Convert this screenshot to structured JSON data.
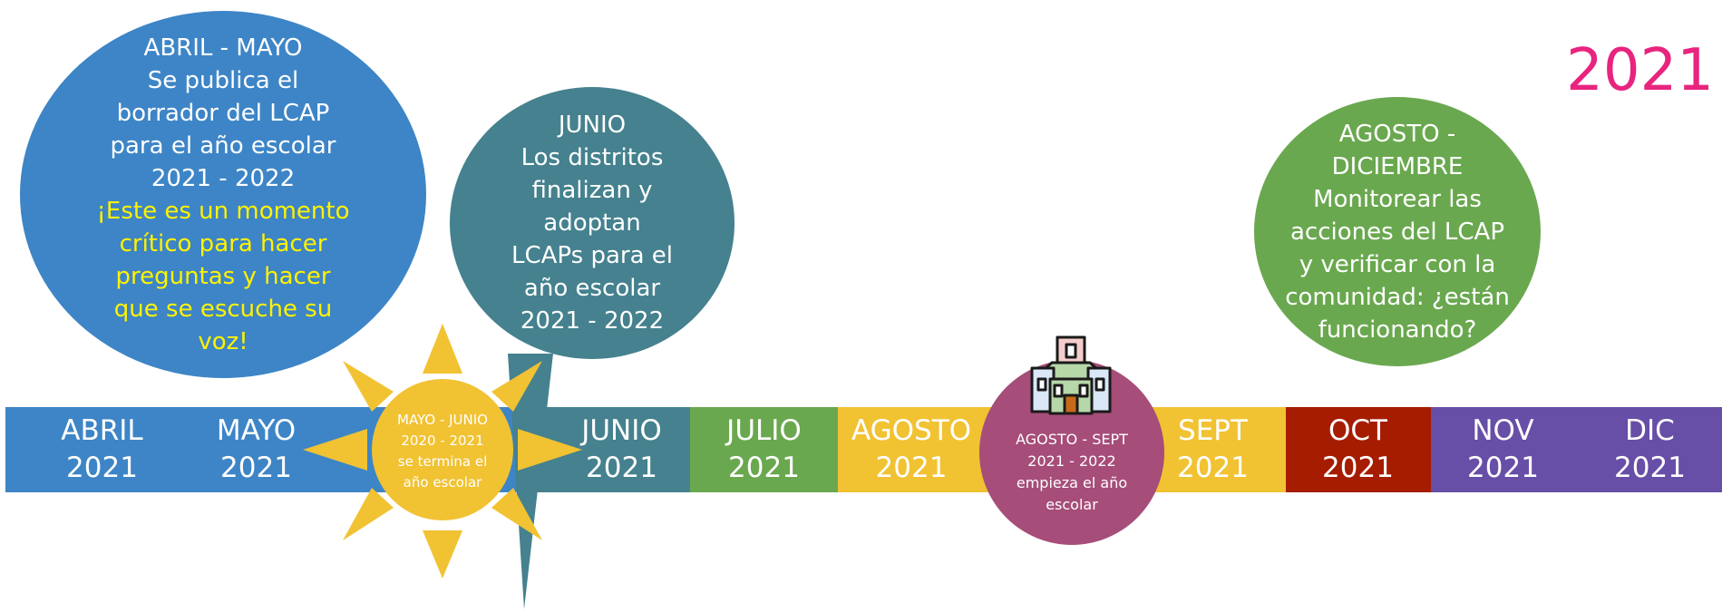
{
  "year_title": "2021",
  "months": [
    {
      "label": "ABRIL",
      "year": "2021"
    },
    {
      "label": "MAYO",
      "year": "2021"
    },
    {
      "label": "JUNIO",
      "year": "2021"
    },
    {
      "label": "JULIO",
      "year": "2021"
    },
    {
      "label": "AGOSTO",
      "year": "2021"
    },
    {
      "label": "SEPT",
      "year": "2021"
    },
    {
      "label": "OCT",
      "year": "2021"
    },
    {
      "label": "NOV",
      "year": "2021"
    },
    {
      "label": "DIC",
      "year": "2021"
    }
  ],
  "bubbles": {
    "abril_mayo": {
      "lines": [
        "ABRIL - MAYO",
        "Se publica el",
        "borrador del LCAP",
        "para el año escolar",
        "2021 - 2022"
      ],
      "highlight_lines": [
        "¡Este es un momento",
        "crítico para hacer",
        "preguntas y hacer",
        "que se escuche su",
        "voz!"
      ]
    },
    "junio": {
      "lines": [
        "JUNIO",
        "Los distritos",
        "finalizan y",
        "adoptan",
        "LCAPs para el",
        "año escolar",
        "2021 - 2022"
      ]
    },
    "agosto_diciembre": {
      "lines": [
        "AGOSTO -",
        "DICIEMBRE",
        "Monitorear las",
        "acciones del LCAP",
        "y verificar con la",
        "comunidad: ¿están",
        "funcionando?"
      ]
    }
  },
  "sun": {
    "lines": [
      "MAYO - JUNIO",
      "2020 - 2021",
      "se termina el",
      "año escolar"
    ]
  },
  "school": {
    "lines": [
      "AGOSTO - SEPT",
      "2021 - 2022",
      "empieza el año",
      "escolar"
    ]
  },
  "colors": {
    "blue": "#3d85c6",
    "teal": "#45818e",
    "green": "#6aa84f",
    "yellow": "#f1c232",
    "red": "#a61c00",
    "purple": "#674ea7",
    "magenta": "#a64d79",
    "pink_title": "#e8247f",
    "highlight": "#fff200"
  },
  "icons": [
    "sun-icon",
    "school-building-icon"
  ]
}
